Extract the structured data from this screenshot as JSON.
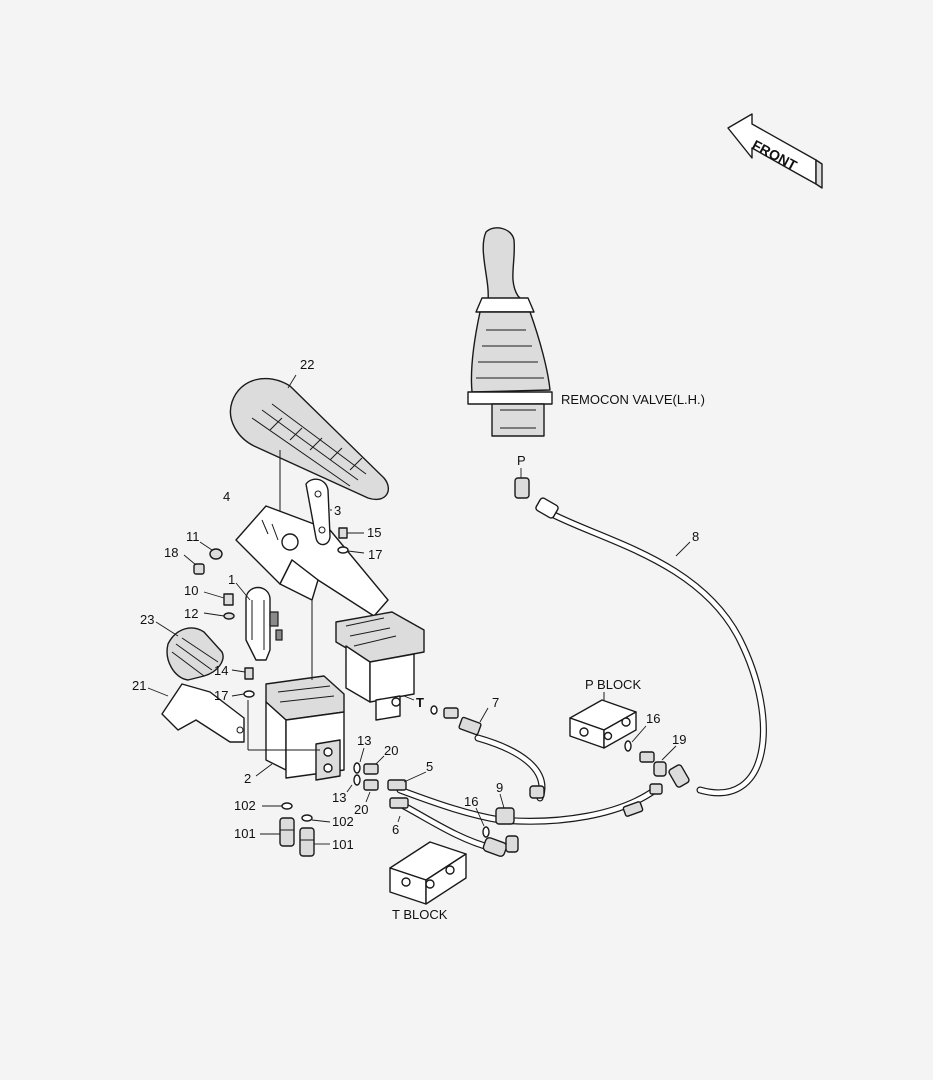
{
  "labels": {
    "front": "FRONT",
    "remocon_valve": "REMOCON VALVE(L.H.)",
    "p_port": "P",
    "t_port": "T",
    "p_block": "P BLOCK",
    "t_block": "T BLOCK"
  },
  "callouts": {
    "c22": "22",
    "c4": "4",
    "c3": "3",
    "c11": "11",
    "c18": "18",
    "c15": "15",
    "c17a": "17",
    "c1": "1",
    "c10": "10",
    "c12": "12",
    "c23": "23",
    "c14": "14",
    "c21": "21",
    "c17b": "17",
    "c2": "2",
    "c13a": "13",
    "c13b": "13",
    "c20a": "20",
    "c20b": "20",
    "c102a": "102",
    "c102b": "102",
    "c101a": "101",
    "c101b": "101",
    "c5": "5",
    "c6": "6",
    "c7": "7",
    "c8": "8",
    "c9": "9",
    "c16a": "16",
    "c16b": "16",
    "c19": "19"
  }
}
